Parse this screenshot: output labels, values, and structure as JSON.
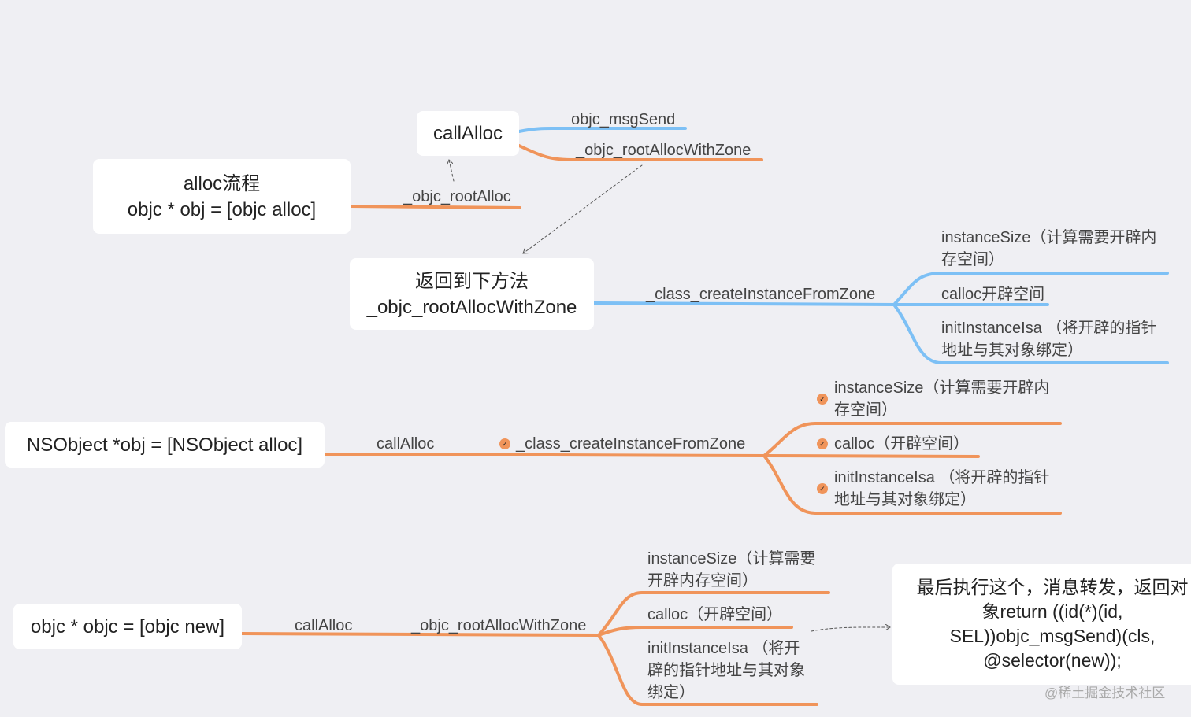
{
  "colors": {
    "orange": "#f0945a",
    "blue": "#7dc0f5",
    "background": "#efeff3"
  },
  "nodes": {
    "callalloc_top": "callAlloc",
    "alloc_flow": "alloc流程\nobjc * obj = [objc alloc]",
    "return_to": "返回到下方法\n_objc_rootAllocWithZone",
    "nsobject": "NSObject *obj = [NSObject alloc]",
    "objc_new": "objc * objc = [objc new]",
    "final_note": "最后执行这个，消息转发，返回对象return ((id(*)(id, SEL))objc_msgSend)(cls, @selector(new));"
  },
  "branches": {
    "objc_msgSend": "objc_msgSend",
    "rootAllocWithZone_top": "_objc_rootAllocWithZone",
    "rootAlloc": "_objc_rootAlloc",
    "blue": {
      "create": "_class_createInstanceFromZone",
      "instanceSize": "instanceSize（计算需要开辟内\n存空间）",
      "calloc": "calloc开辟空间",
      "initIsa": "initInstanceIsa （将开辟的指针\n地址与其对象绑定）"
    },
    "ns": {
      "callAlloc": "callAlloc",
      "create": "_class_createInstanceFromZone",
      "instanceSize": "instanceSize（计算需要开辟内\n存空间）",
      "calloc": "calloc（开辟空间）",
      "initIsa": "initInstanceIsa （将开辟的指针\n地址与其对象绑定）"
    },
    "new": {
      "callAlloc": "callAlloc",
      "rootAllocWithZone": "_objc_rootAllocWithZone",
      "instanceSize": "instanceSize（计算需要\n开辟内存空间）",
      "calloc": "calloc（开辟空间）",
      "initIsa": "initInstanceIsa （将开\n辟的指针地址与其对象\n绑定）"
    }
  },
  "watermark": "@稀土掘金技术社区"
}
